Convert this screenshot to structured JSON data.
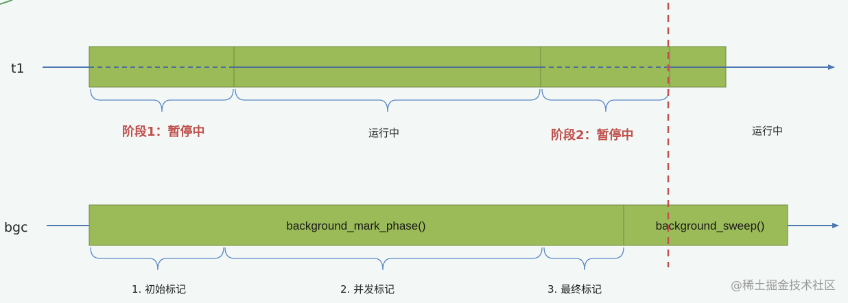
{
  "lanes": {
    "t1": "t1",
    "bgc": "bgc"
  },
  "t1_phases": {
    "phase1": "阶段1：暂停中",
    "running1": "运行中",
    "phase2": "阶段2：暂停中",
    "running2": "运行中"
  },
  "bgc_blocks": {
    "mark": "background_mark_phase()",
    "sweep": "background_sweep()"
  },
  "bgc_steps": {
    "step1": "1. 初始标记",
    "step2": "2. 并发标记",
    "step3": "3. 最终标记"
  },
  "watermark": "@稀土掘金技术社区",
  "colors": {
    "bar": "#9bbb59",
    "pause_text": "#c0504d",
    "axis": "#4f78b0",
    "divider": "#c0504d"
  }
}
